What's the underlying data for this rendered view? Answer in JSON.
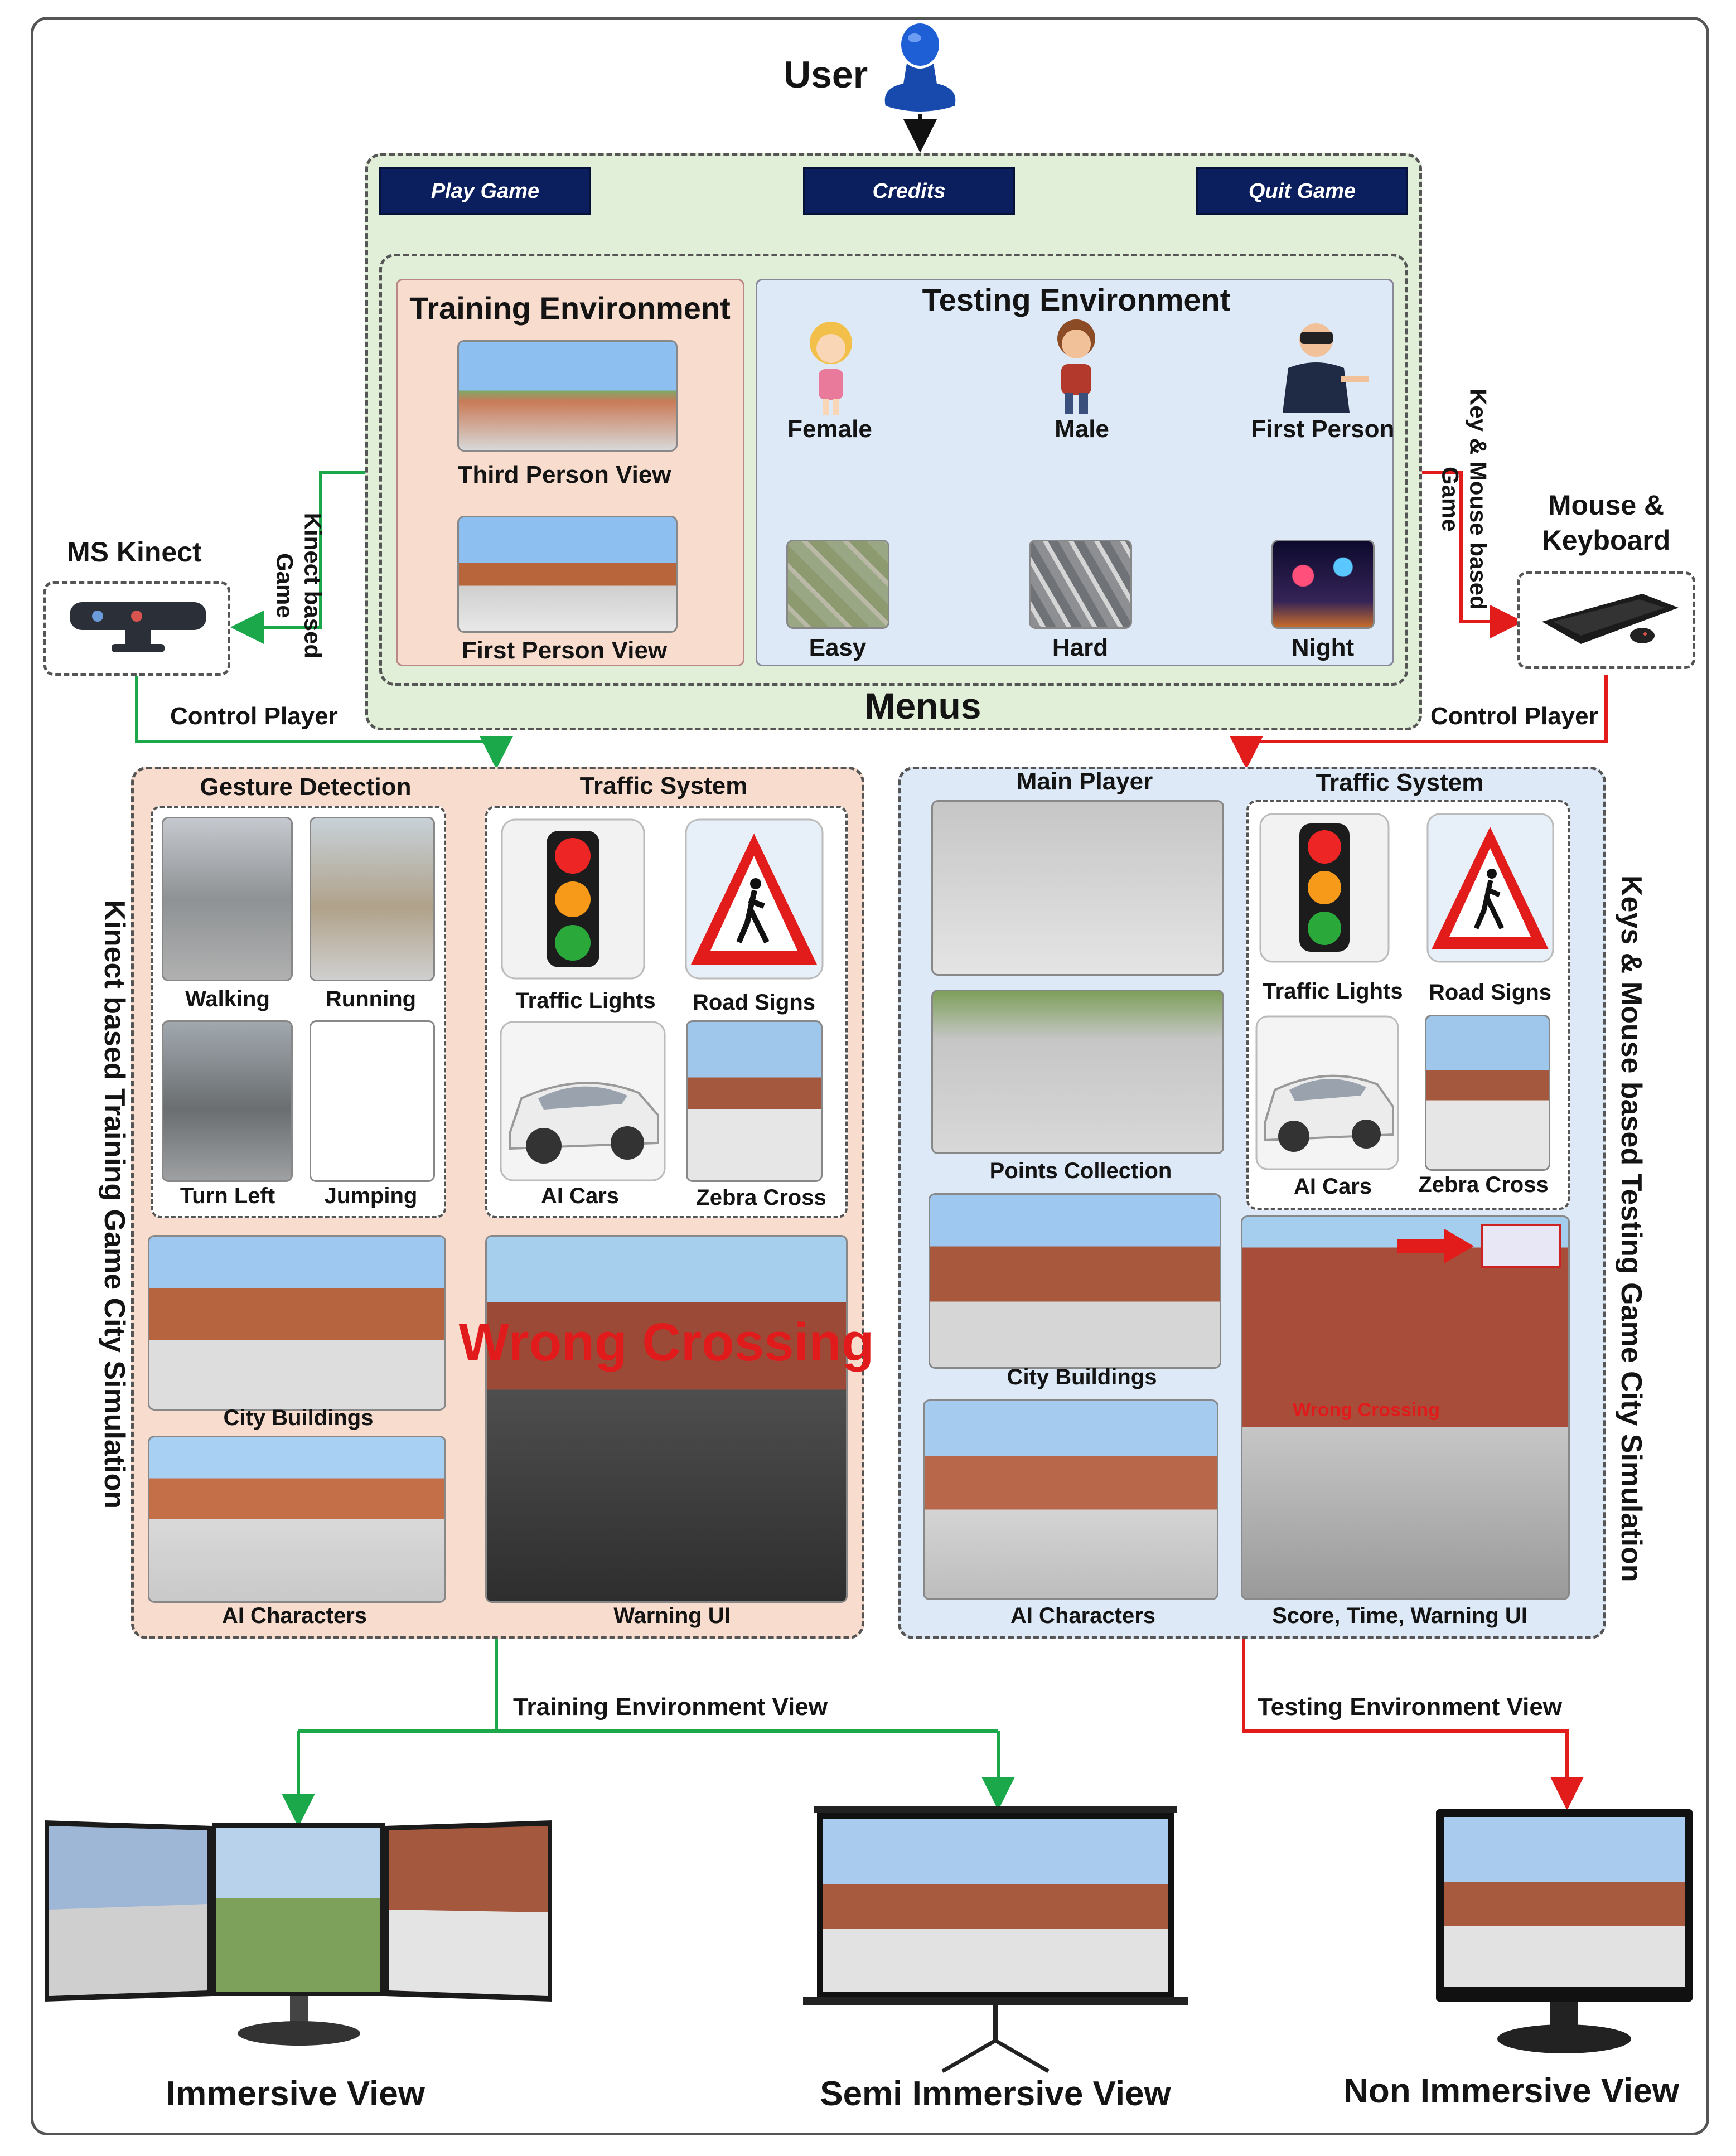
{
  "user": {
    "label": "User",
    "icon": "user-figure-icon"
  },
  "menus": {
    "title": "Menus",
    "buttons": [
      "Play Game",
      "Credits",
      "Quit Game"
    ]
  },
  "training_env": {
    "title": "Training Environment",
    "views": [
      "Third  Person View",
      "First Person View"
    ]
  },
  "testing_env": {
    "title": "Testing Environment",
    "characters": [
      "Female",
      "Male",
      "First Person"
    ],
    "levels": [
      "Easy",
      "Hard",
      "Night"
    ]
  },
  "left_device": {
    "label": "MS Kinect",
    "side_label": "Kinect based Game",
    "control": "Control Player",
    "icon": "kinect-sensor-icon"
  },
  "right_device": {
    "label": "Mouse & Keyboard",
    "side_label": "Key & Mouse based Game",
    "control": "Control Player",
    "icon": "keyboard-mouse-icon"
  },
  "kinect_panel": {
    "side_title": "Kinect based Training Game City Simulation",
    "gesture": {
      "title": "Gesture Detection",
      "items": [
        "Walking",
        "Running",
        "Turn Left",
        "Jumping"
      ]
    },
    "traffic": {
      "title": "Traffic System",
      "items": [
        "Traffic Lights",
        "Road Signs",
        "AI Cars",
        "Zebra Cross"
      ]
    },
    "city_buildings": "City Buildings",
    "ai_characters": "AI Characters",
    "warning_ui": "Warning UI",
    "warning_text": "Wrong Crossing"
  },
  "testing_panel": {
    "side_title": "Keys & Mouse based Testing Game City Simulation",
    "main_player": {
      "title": "Main Player",
      "points": "Points Collection"
    },
    "traffic": {
      "title": "Traffic System",
      "items": [
        "Traffic Lights",
        "Road Signs",
        "AI Cars",
        "Zebra Cross"
      ]
    },
    "city_buildings": "City Buildings",
    "ai_characters": "AI Characters",
    "score_ui": "Score, Time, Warning UI",
    "small_warning": "Wrong Crossing"
  },
  "flows": {
    "training_view": "Training Environment View",
    "testing_view": "Testing Environment View"
  },
  "outputs": [
    "Immersive View",
    "Semi Immersive View",
    "Non Immersive View"
  ],
  "colors": {
    "green_flow": "#1aa84a",
    "red_flow": "#e21b1b",
    "menu_btn": "#0b1f5e",
    "menus_bg": "#e1efd8",
    "training_bg": "#f8dccd",
    "testing_bg": "#dde9f6"
  }
}
